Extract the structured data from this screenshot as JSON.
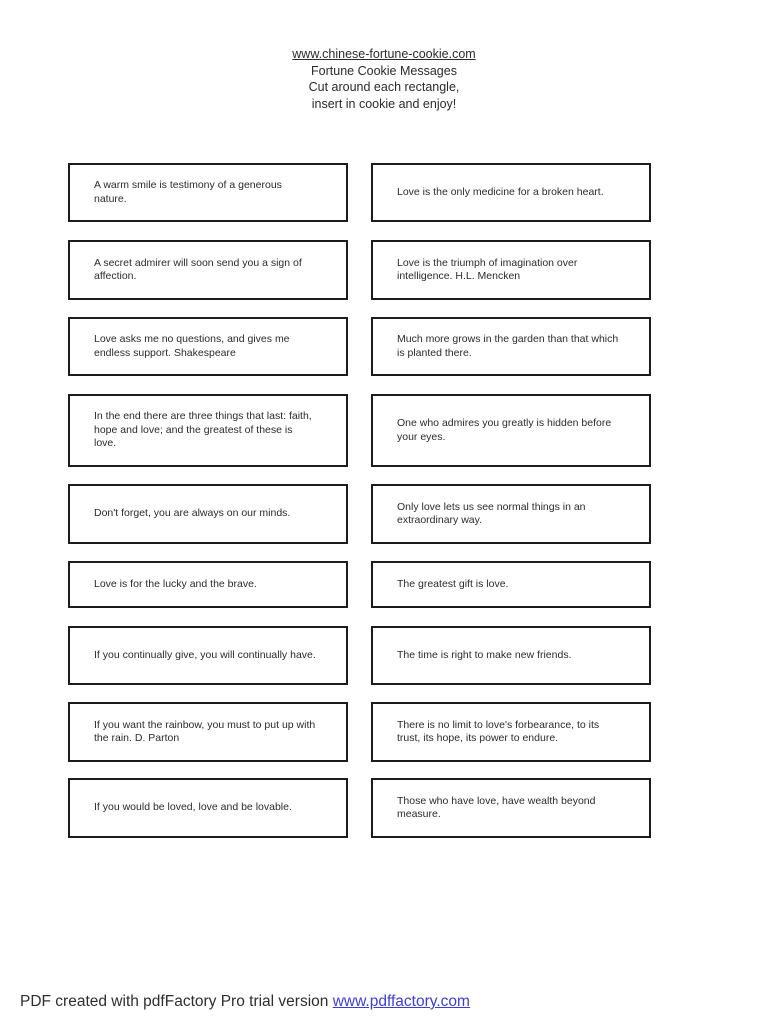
{
  "header": {
    "site_link": "www.chinese-fortune-cookie.com",
    "title": "Fortune Cookie Messages",
    "instruction_line1": "Cut around each rectangle,",
    "instruction_line2": "insert in cookie and enjoy!"
  },
  "messages": {
    "rows": [
      {
        "left": "A warm smile is testimony of a generous nature.",
        "right": "Love is the only medicine for a broken heart."
      },
      {
        "left": "A secret admirer will soon send you a sign of affection.",
        "right": "Love is the triumph of imagination over intelligence. H.L. Mencken"
      },
      {
        "left": "Love asks me no questions, and gives me endless support. Shakespeare",
        "right": "Much more grows in the garden than that which is planted there."
      },
      {
        "left": "In the end there are three things that last: faith, hope and love; and the greatest of these is love.",
        "right": "One who admires you greatly is hidden before your eyes."
      },
      {
        "left": "Don't forget, you are always on our minds.",
        "right": "Only love lets us see normal things in an extraordinary way."
      },
      {
        "left": "Love is for the lucky and the brave.",
        "right": "The greatest gift is love."
      },
      {
        "left": "If you continually give, you will continually have.",
        "right": "The time is right to make new friends."
      },
      {
        "left": "If you want the rainbow, you must to put up with the rain. D. Parton",
        "right": "There is no limit to love's forbearance, to its trust, its hope, its power to endure."
      },
      {
        "left": "If you would be loved, love and be lovable.",
        "right": "Those who have love, have wealth beyond measure."
      }
    ]
  },
  "footer": {
    "text": "PDF created with pdfFactory Pro trial version ",
    "link": "www.pdffactory.com",
    "link_color": "#3d3dd8"
  }
}
